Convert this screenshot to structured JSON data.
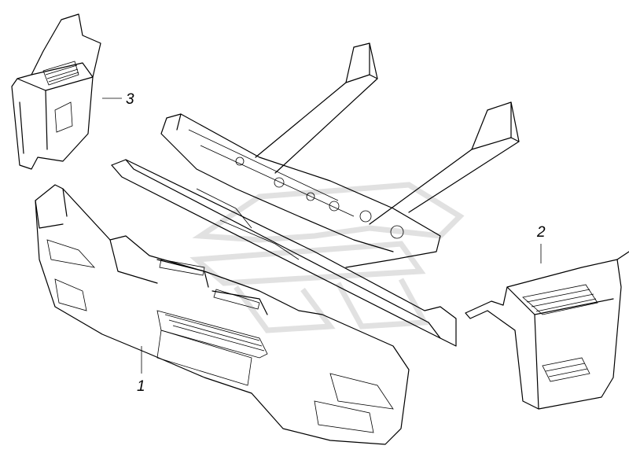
{
  "callouts": [
    {
      "id": "part-1",
      "label": "1"
    },
    {
      "id": "part-2",
      "label": "2"
    },
    {
      "id": "part-3",
      "label": "3"
    }
  ],
  "colors": {
    "line": "#000000",
    "background": "#ffffff",
    "watermark": "#c8c8c8"
  }
}
